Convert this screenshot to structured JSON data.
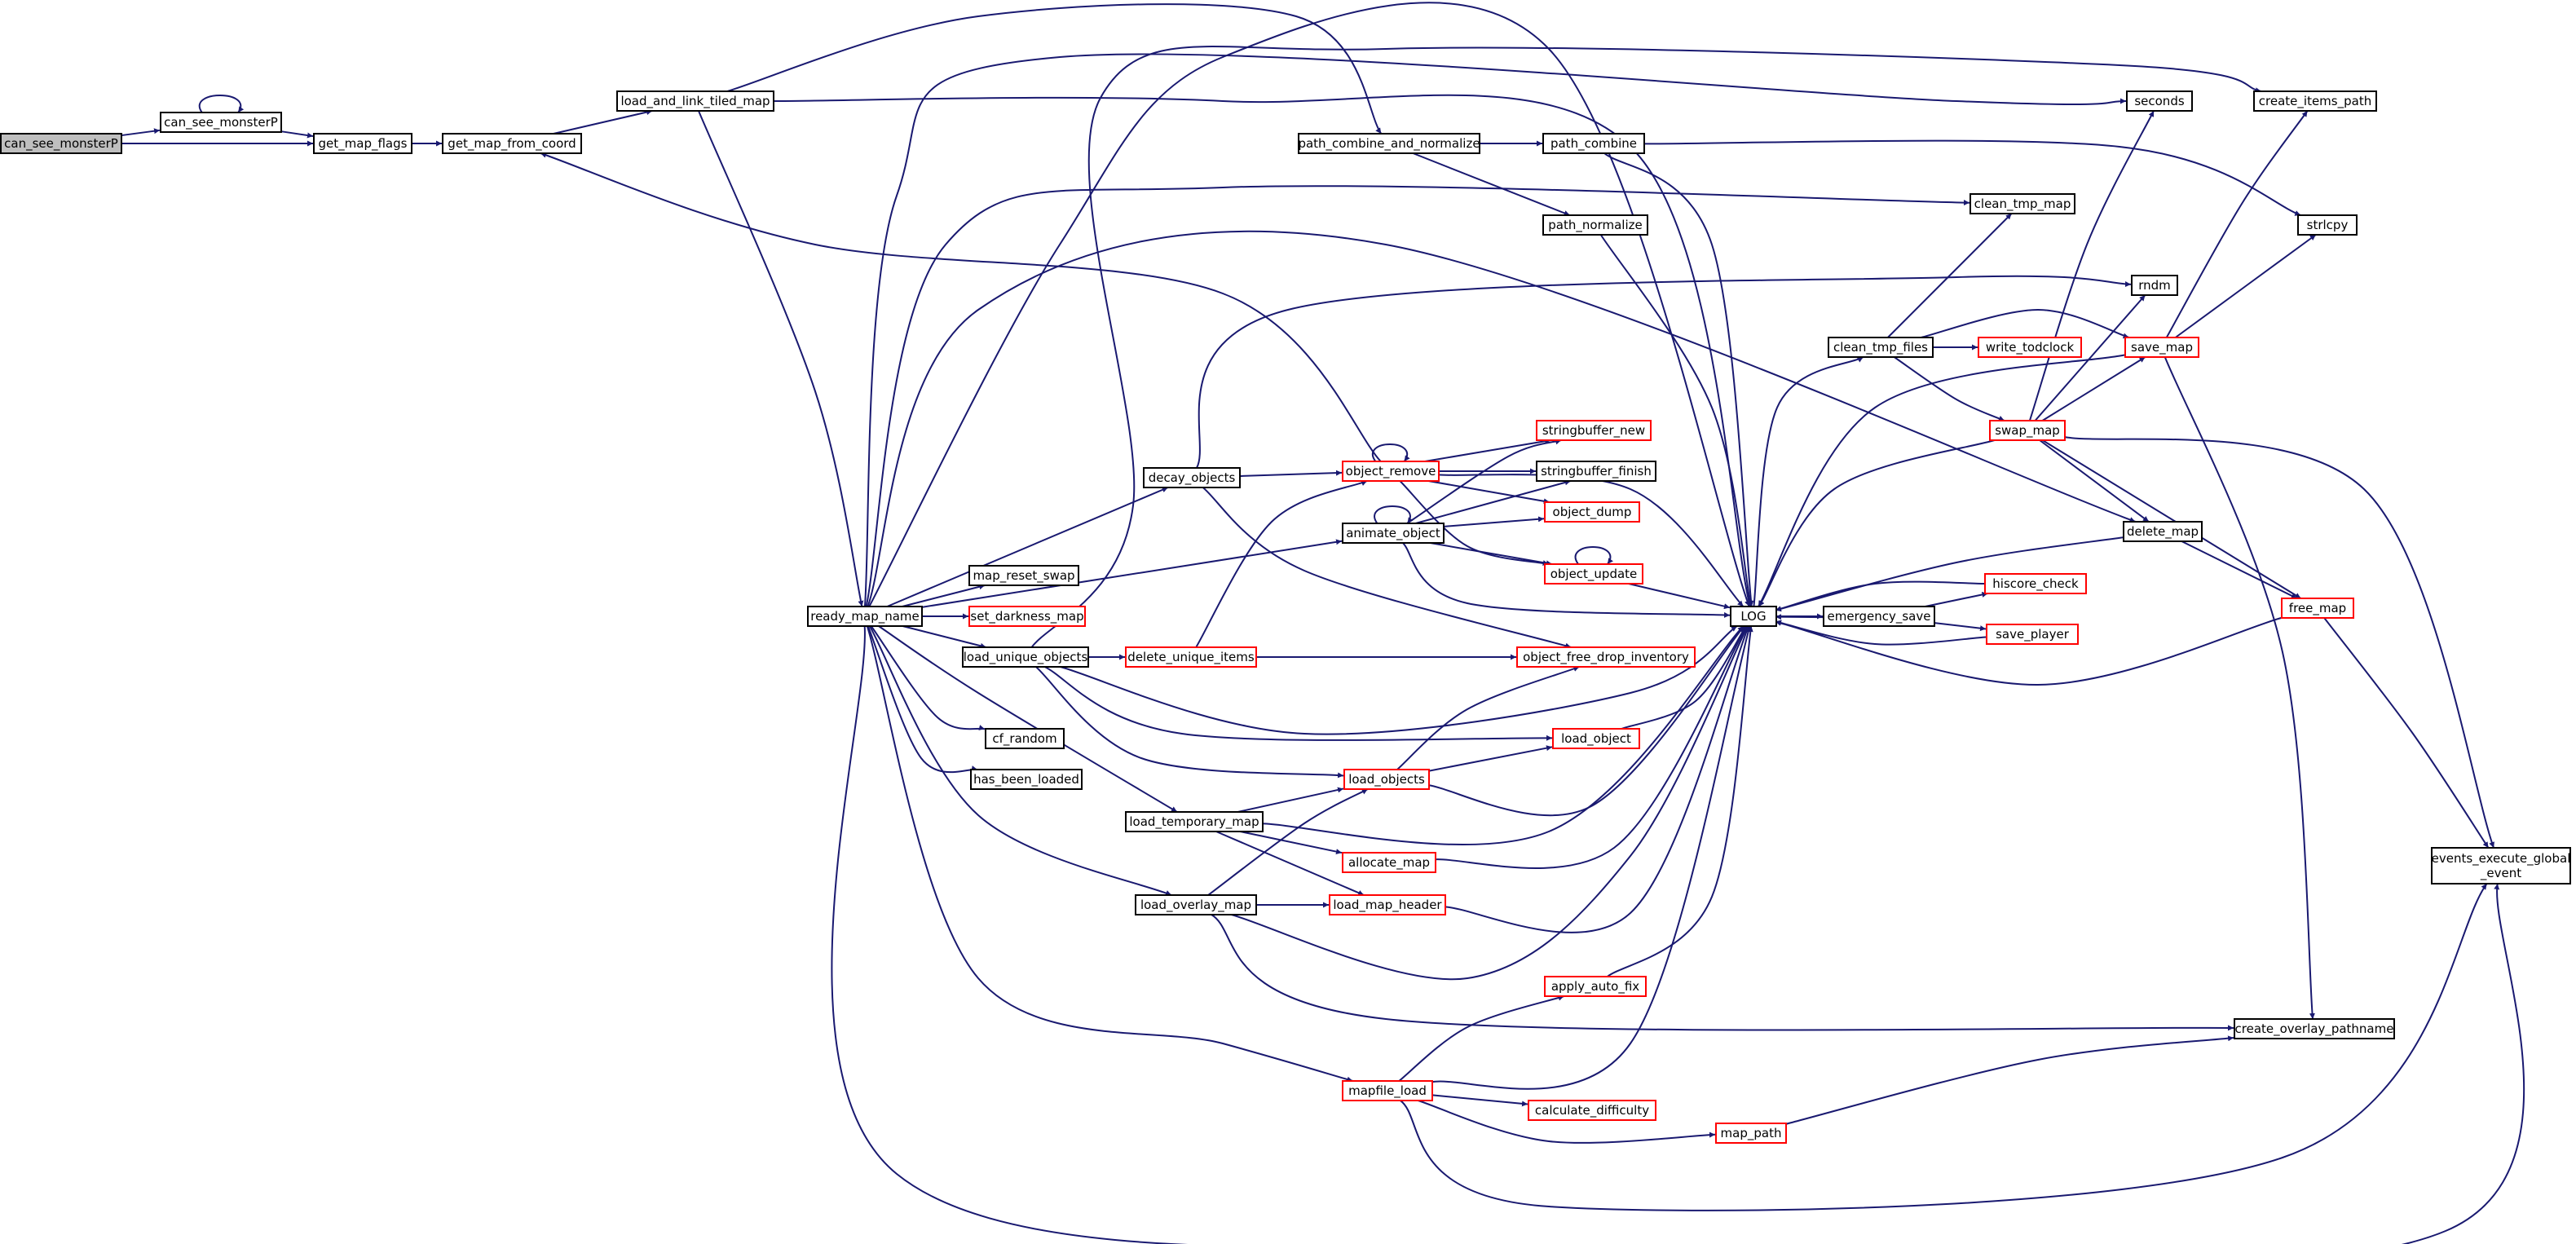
{
  "colors": {
    "edge": "#191970",
    "node_border": "#000000",
    "truncated_border": "#ff0000",
    "root_fill": "#bfbfbf",
    "node_fill": "#ffffff",
    "text": "#000000"
  },
  "nodes": [
    {
      "id": "can_see_monsterP_root",
      "label": "can_see_monsterP",
      "style": "root"
    },
    {
      "id": "can_see_monsterP",
      "label": "can_see_monsterP",
      "style": "normal"
    },
    {
      "id": "get_map_flags",
      "label": "get_map_flags",
      "style": "normal"
    },
    {
      "id": "get_map_from_coord",
      "label": "get_map_from_coord",
      "style": "normal"
    },
    {
      "id": "load_and_link_tiled_map",
      "label": "load_and_link_tiled_map",
      "style": "normal"
    },
    {
      "id": "path_combine_and_normalize",
      "label": "path_combine_and_normalize",
      "style": "normal"
    },
    {
      "id": "path_combine",
      "label": "path_combine",
      "style": "normal"
    },
    {
      "id": "path_normalize",
      "label": "path_normalize",
      "style": "normal"
    },
    {
      "id": "seconds",
      "label": "seconds",
      "style": "normal"
    },
    {
      "id": "create_items_path",
      "label": "create_items_path",
      "style": "normal"
    },
    {
      "id": "strlcpy",
      "label": "strlcpy",
      "style": "normal"
    },
    {
      "id": "clean_tmp_map",
      "label": "clean_tmp_map",
      "style": "normal"
    },
    {
      "id": "rndm",
      "label": "rndm",
      "style": "normal"
    },
    {
      "id": "clean_tmp_files",
      "label": "clean_tmp_files",
      "style": "normal"
    },
    {
      "id": "write_todclock",
      "label": "write_todclock",
      "style": "truncated"
    },
    {
      "id": "save_map",
      "label": "save_map",
      "style": "truncated"
    },
    {
      "id": "swap_map",
      "label": "swap_map",
      "style": "truncated"
    },
    {
      "id": "decay_objects",
      "label": "decay_objects",
      "style": "normal"
    },
    {
      "id": "object_remove",
      "label": "object_remove",
      "style": "truncated"
    },
    {
      "id": "stringbuffer_new",
      "label": "stringbuffer_new",
      "style": "truncated"
    },
    {
      "id": "stringbuffer_finish",
      "label": "stringbuffer_finish",
      "style": "normal"
    },
    {
      "id": "object_dump",
      "label": "object_dump",
      "style": "truncated"
    },
    {
      "id": "animate_object",
      "label": "animate_object",
      "style": "normal"
    },
    {
      "id": "object_update",
      "label": "object_update",
      "style": "truncated"
    },
    {
      "id": "delete_map",
      "label": "delete_map",
      "style": "normal"
    },
    {
      "id": "map_reset_swap",
      "label": "map_reset_swap",
      "style": "normal"
    },
    {
      "id": "ready_map_name",
      "label": "ready_map_name",
      "style": "normal"
    },
    {
      "id": "set_darkness_map",
      "label": "set_darkness_map",
      "style": "truncated"
    },
    {
      "id": "LOG",
      "label": "LOG",
      "style": "normal"
    },
    {
      "id": "emergency_save",
      "label": "emergency_save",
      "style": "normal"
    },
    {
      "id": "hiscore_check",
      "label": "hiscore_check",
      "style": "truncated"
    },
    {
      "id": "save_player",
      "label": "save_player",
      "style": "truncated"
    },
    {
      "id": "free_map",
      "label": "free_map",
      "style": "truncated"
    },
    {
      "id": "load_unique_objects",
      "label": "load_unique_objects",
      "style": "normal"
    },
    {
      "id": "delete_unique_items",
      "label": "delete_unique_items",
      "style": "truncated"
    },
    {
      "id": "object_free_drop_inventory",
      "label": "object_free_drop_inventory",
      "style": "truncated"
    },
    {
      "id": "cf_random",
      "label": "cf_random",
      "style": "normal"
    },
    {
      "id": "load_object",
      "label": "load_object",
      "style": "truncated"
    },
    {
      "id": "has_been_loaded",
      "label": "has_been_loaded",
      "style": "normal"
    },
    {
      "id": "load_objects",
      "label": "load_objects",
      "style": "truncated"
    },
    {
      "id": "load_temporary_map",
      "label": "load_temporary_map",
      "style": "normal"
    },
    {
      "id": "allocate_map",
      "label": "allocate_map",
      "style": "truncated"
    },
    {
      "id": "events_execute_global_event",
      "label": "events_execute_global\n_event",
      "style": "normal"
    },
    {
      "id": "load_overlay_map",
      "label": "load_overlay_map",
      "style": "normal"
    },
    {
      "id": "load_map_header",
      "label": "load_map_header",
      "style": "truncated"
    },
    {
      "id": "apply_auto_fix",
      "label": "apply_auto_fix",
      "style": "truncated"
    },
    {
      "id": "create_overlay_pathname",
      "label": "create_overlay_pathname",
      "style": "normal"
    },
    {
      "id": "mapfile_load",
      "label": "mapfile_load",
      "style": "truncated"
    },
    {
      "id": "calculate_difficulty",
      "label": "calculate_difficulty",
      "style": "truncated"
    },
    {
      "id": "map_path",
      "label": "map_path",
      "style": "truncated"
    }
  ],
  "edges": [
    {
      "from": "can_see_monsterP_root",
      "to": "can_see_monsterP"
    },
    {
      "from": "can_see_monsterP_root",
      "to": "get_map_flags"
    },
    {
      "from": "can_see_monsterP",
      "to": "can_see_monsterP"
    },
    {
      "from": "can_see_monsterP",
      "to": "get_map_flags"
    },
    {
      "from": "get_map_flags",
      "to": "get_map_from_coord"
    },
    {
      "from": "get_map_from_coord",
      "to": "load_and_link_tiled_map"
    },
    {
      "from": "load_and_link_tiled_map",
      "to": "path_combine_and_normalize"
    },
    {
      "from": "load_and_link_tiled_map",
      "to": "LOG"
    },
    {
      "from": "load_and_link_tiled_map",
      "to": "ready_map_name"
    },
    {
      "from": "path_combine_and_normalize",
      "to": "path_combine"
    },
    {
      "from": "path_combine_and_normalize",
      "to": "path_normalize"
    },
    {
      "from": "path_combine",
      "to": "strlcpy"
    },
    {
      "from": "path_combine",
      "to": "LOG"
    },
    {
      "from": "path_normalize",
      "to": "LOG"
    },
    {
      "from": "ready_map_name",
      "to": "seconds"
    },
    {
      "from": "ready_map_name",
      "to": "clean_tmp_map"
    },
    {
      "from": "ready_map_name",
      "to": "delete_map"
    },
    {
      "from": "ready_map_name",
      "to": "decay_objects"
    },
    {
      "from": "ready_map_name",
      "to": "animate_object"
    },
    {
      "from": "ready_map_name",
      "to": "map_reset_swap"
    },
    {
      "from": "ready_map_name",
      "to": "set_darkness_map"
    },
    {
      "from": "ready_map_name",
      "to": "load_unique_objects"
    },
    {
      "from": "ready_map_name",
      "to": "cf_random"
    },
    {
      "from": "ready_map_name",
      "to": "has_been_loaded"
    },
    {
      "from": "ready_map_name",
      "to": "load_temporary_map"
    },
    {
      "from": "ready_map_name",
      "to": "load_overlay_map"
    },
    {
      "from": "ready_map_name",
      "to": "mapfile_load"
    },
    {
      "from": "ready_map_name",
      "to": "events_execute_global_event"
    },
    {
      "from": "ready_map_name",
      "to": "LOG"
    },
    {
      "from": "load_unique_objects",
      "to": "create_items_path"
    },
    {
      "from": "load_unique_objects",
      "to": "delete_unique_items"
    },
    {
      "from": "load_unique_objects",
      "to": "load_objects"
    },
    {
      "from": "load_unique_objects",
      "to": "load_object"
    },
    {
      "from": "load_unique_objects",
      "to": "LOG"
    },
    {
      "from": "decay_objects",
      "to": "rndm"
    },
    {
      "from": "decay_objects",
      "to": "object_remove"
    },
    {
      "from": "decay_objects",
      "to": "object_free_drop_inventory"
    },
    {
      "from": "object_remove",
      "to": "get_map_from_coord"
    },
    {
      "from": "object_remove",
      "to": "object_remove"
    },
    {
      "from": "object_remove",
      "to": "stringbuffer_new"
    },
    {
      "from": "object_remove",
      "to": "stringbuffer_finish"
    },
    {
      "from": "object_remove",
      "to": "object_dump"
    },
    {
      "from": "object_remove",
      "to": "object_update"
    },
    {
      "from": "object_remove",
      "to": "LOG"
    },
    {
      "from": "animate_object",
      "to": "animate_object"
    },
    {
      "from": "animate_object",
      "to": "stringbuffer_new"
    },
    {
      "from": "animate_object",
      "to": "stringbuffer_finish"
    },
    {
      "from": "animate_object",
      "to": "object_dump"
    },
    {
      "from": "animate_object",
      "to": "object_update"
    },
    {
      "from": "animate_object",
      "to": "LOG"
    },
    {
      "from": "object_update",
      "to": "object_update"
    },
    {
      "from": "object_update",
      "to": "LOG"
    },
    {
      "from": "delete_unique_items",
      "to": "object_remove"
    },
    {
      "from": "delete_unique_items",
      "to": "object_free_drop_inventory"
    },
    {
      "from": "load_objects",
      "to": "object_free_drop_inventory"
    },
    {
      "from": "load_objects",
      "to": "load_object"
    },
    {
      "from": "load_objects",
      "to": "LOG"
    },
    {
      "from": "load_object",
      "to": "LOG"
    },
    {
      "from": "load_temporary_map",
      "to": "load_objects"
    },
    {
      "from": "load_temporary_map",
      "to": "allocate_map"
    },
    {
      "from": "load_temporary_map",
      "to": "load_map_header"
    },
    {
      "from": "load_temporary_map",
      "to": "LOG"
    },
    {
      "from": "allocate_map",
      "to": "LOG"
    },
    {
      "from": "load_overlay_map",
      "to": "load_objects"
    },
    {
      "from": "load_overlay_map",
      "to": "load_map_header"
    },
    {
      "from": "load_overlay_map",
      "to": "create_overlay_pathname"
    },
    {
      "from": "load_overlay_map",
      "to": "LOG"
    },
    {
      "from": "load_map_header",
      "to": "LOG"
    },
    {
      "from": "mapfile_load",
      "to": "apply_auto_fix"
    },
    {
      "from": "mapfile_load",
      "to": "calculate_difficulty"
    },
    {
      "from": "mapfile_load",
      "to": "map_path"
    },
    {
      "from": "mapfile_load",
      "to": "events_execute_global_event"
    },
    {
      "from": "mapfile_load",
      "to": "LOG"
    },
    {
      "from": "apply_auto_fix",
      "to": "LOG"
    },
    {
      "from": "map_path",
      "to": "create_overlay_pathname"
    },
    {
      "from": "LOG",
      "to": "clean_tmp_files"
    },
    {
      "from": "LOG",
      "to": "emergency_save"
    },
    {
      "from": "clean_tmp_files",
      "to": "clean_tmp_map"
    },
    {
      "from": "clean_tmp_files",
      "to": "write_todclock"
    },
    {
      "from": "clean_tmp_files",
      "to": "save_map"
    },
    {
      "from": "clean_tmp_files",
      "to": "swap_map"
    },
    {
      "from": "emergency_save",
      "to": "LOG"
    },
    {
      "from": "emergency_save",
      "to": "hiscore_check"
    },
    {
      "from": "emergency_save",
      "to": "save_player"
    },
    {
      "from": "hiscore_check",
      "to": "LOG"
    },
    {
      "from": "save_player",
      "to": "LOG"
    },
    {
      "from": "swap_map",
      "to": "seconds"
    },
    {
      "from": "swap_map",
      "to": "rndm"
    },
    {
      "from": "swap_map",
      "to": "save_map"
    },
    {
      "from": "swap_map",
      "to": "delete_map"
    },
    {
      "from": "swap_map",
      "to": "free_map"
    },
    {
      "from": "swap_map",
      "to": "events_execute_global_event"
    },
    {
      "from": "swap_map",
      "to": "LOG"
    },
    {
      "from": "save_map",
      "to": "create_items_path"
    },
    {
      "from": "save_map",
      "to": "strlcpy"
    },
    {
      "from": "save_map",
      "to": "create_overlay_pathname"
    },
    {
      "from": "save_map",
      "to": "LOG"
    },
    {
      "from": "delete_map",
      "to": "free_map"
    },
    {
      "from": "delete_map",
      "to": "LOG"
    },
    {
      "from": "free_map",
      "to": "events_execute_global_event"
    },
    {
      "from": "free_map",
      "to": "LOG"
    }
  ]
}
